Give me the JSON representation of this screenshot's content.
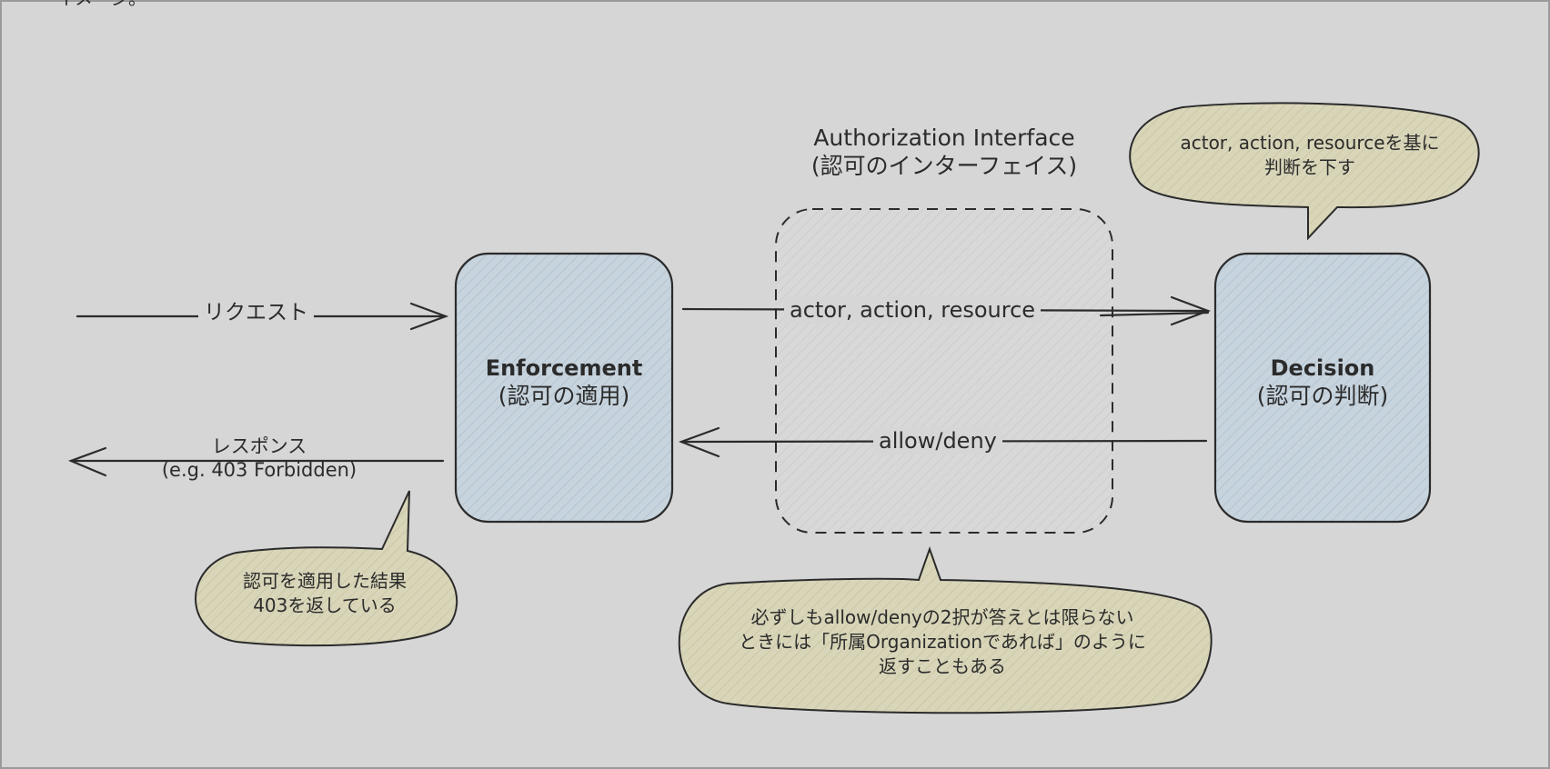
{
  "top_clipped_text": "イメージ。",
  "interface": {
    "title_en": "Authorization Interface",
    "title_ja": "(認可のインターフェイス)"
  },
  "enforcement": {
    "label_en": "Enforcement",
    "label_ja": "(認可の適用)"
  },
  "decision": {
    "label_en": "Decision",
    "label_ja": "(認可の判断)"
  },
  "edges": {
    "request": "リクエスト",
    "response_line1": "レスポンス",
    "response_line2": "(e.g. 403 Forbidden)",
    "params": "actor, action, resource",
    "result": "allow/deny"
  },
  "bubbles": {
    "decision_note": [
      "actor, action, resourceを基に",
      "判断を下す"
    ],
    "enforcement_note": [
      "認可を適用した結果",
      "403を返している"
    ],
    "interface_note": [
      "必ずしもallow/denyの2択が答えとは限らない",
      "ときには「所属Organizationであれば」のように",
      "返すこともある"
    ]
  },
  "colors": {
    "background": "#d6d6d6",
    "box_fill": "#c7d4de",
    "interface_fill": "#dadada",
    "bubble_fill": "#d8d5b9",
    "stroke": "#2b2b2b"
  }
}
